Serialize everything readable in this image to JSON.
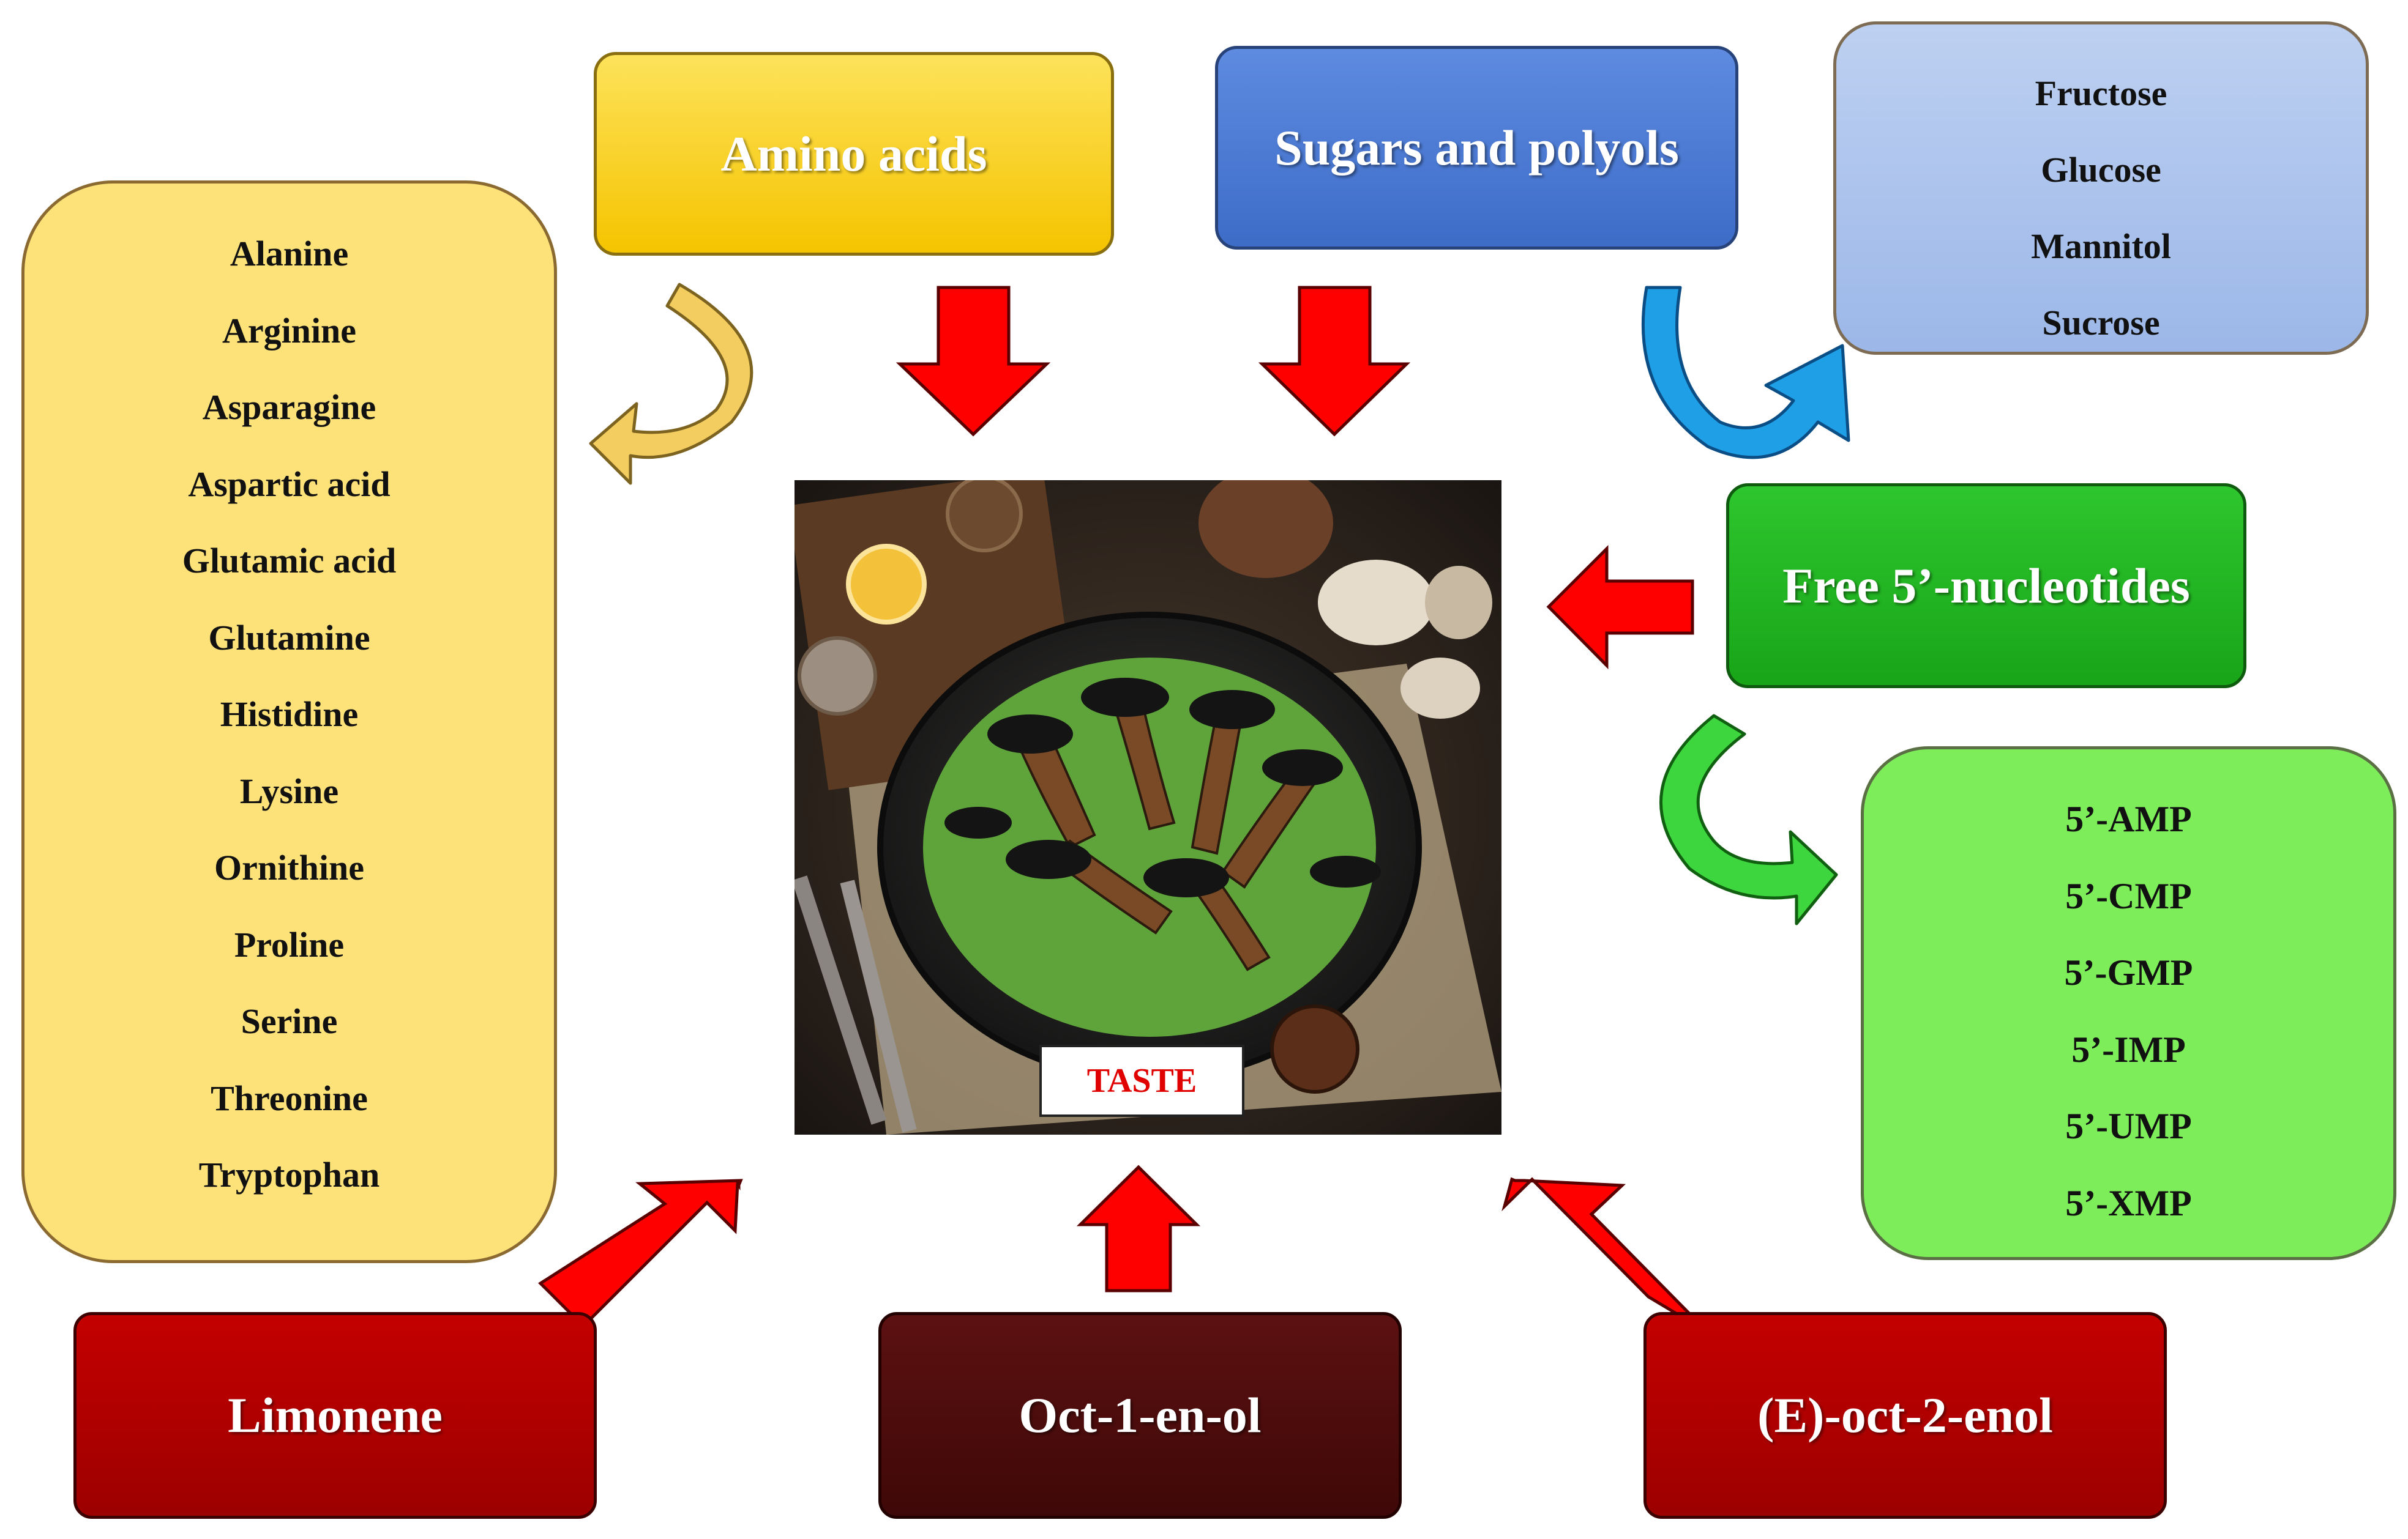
{
  "amino_acids": {
    "title": "Amino acids",
    "items": [
      "Alanine",
      "Arginine",
      "Asparagine",
      "Aspartic acid",
      "Glutamic acid",
      "Glutamine",
      "Histidine",
      "Lysine",
      "Ornithine",
      "Proline",
      "Serine",
      "Threonine",
      "Tryptophan"
    ]
  },
  "sugars": {
    "title": "Sugars and polyols",
    "items": [
      "Fructose",
      "Glucose",
      "Mannitol",
      "Sucrose"
    ]
  },
  "nucleotides": {
    "title": "Free 5’-nucleotides",
    "items": [
      "5’-AMP",
      "5’-CMP",
      "5’-GMP",
      "5’-IMP",
      "5’-UMP",
      "5’-XMP"
    ]
  },
  "volatiles": {
    "limonene": "Limonene",
    "octenol": "Oct-1-en-ol",
    "e_octenol": "(E)-oct-2-enol"
  },
  "center": {
    "label": "TASTE"
  },
  "colors": {
    "amino_header": "#f5c400",
    "amino_list": "#fde279",
    "sugar_header": "#3d6cc8",
    "sugar_list": "#9cb7e8",
    "nucleo_header": "#18a518",
    "nucleo_list": "#7ded5a",
    "volatile_red": "#b00000",
    "volatile_dark": "#4a0b0b",
    "arrow_red": "#ff0000",
    "taste_text": "#e00000"
  }
}
